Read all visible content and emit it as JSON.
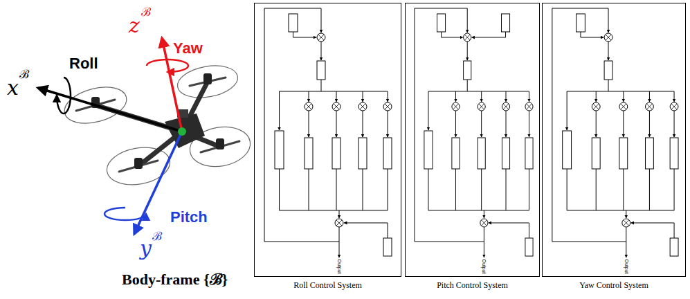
{
  "diagram": {
    "nodes": [
      {
        "text": [
          "Roll Control System"
        ]
      },
      {
        "text": [
          "Pitch Control System"
        ]
      },
      {
        "text": [
          "Yaw Control System"
        ]
      }
    ],
    "labels": [
      "z",
      "ℬ",
      "Yaw",
      "x",
      "ℬ",
      "Roll",
      "Pitch",
      "y",
      "ℬ",
      "Body-frame {ℬ}",
      "Output",
      "Output",
      "Output"
    ]
  }
}
